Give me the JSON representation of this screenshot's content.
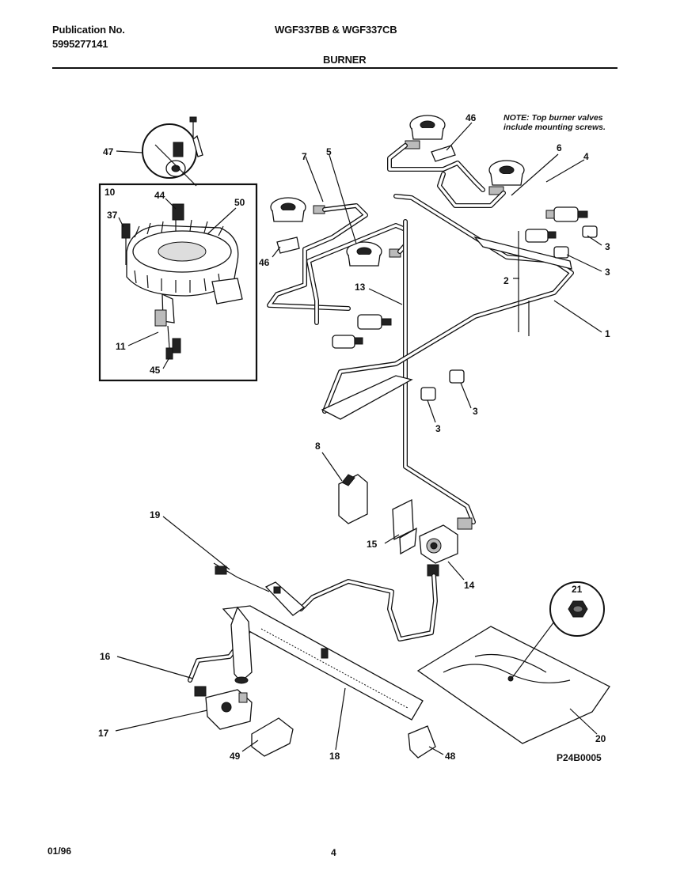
{
  "header": {
    "publication_label": "Publication No.",
    "publication_number": "5995277141",
    "model": "WGF337BB & WGF337CB",
    "section": "BURNER"
  },
  "note": {
    "line1": "NOTE: Top burner valves",
    "line2": "include mounting screws."
  },
  "callouts": {
    "c1": "1",
    "c2": "2",
    "c3a": "3",
    "c3b": "3",
    "c3c": "3",
    "c3d": "3",
    "c4": "4",
    "c5": "5",
    "c6": "6",
    "c7": "7",
    "c8": "8",
    "c10": "10",
    "c11": "11",
    "c13": "13",
    "c14": "14",
    "c15": "15",
    "c16": "16",
    "c17": "17",
    "c18": "18",
    "c19": "19",
    "c20": "20",
    "c21": "21",
    "c37": "37",
    "c44": "44",
    "c45": "45",
    "c46a": "46",
    "c46b": "46",
    "c47": "47",
    "c48": "48",
    "c49": "49",
    "c50": "50"
  },
  "drawing_id": "P24B0005",
  "footer": {
    "date": "01/96",
    "page": "4"
  }
}
